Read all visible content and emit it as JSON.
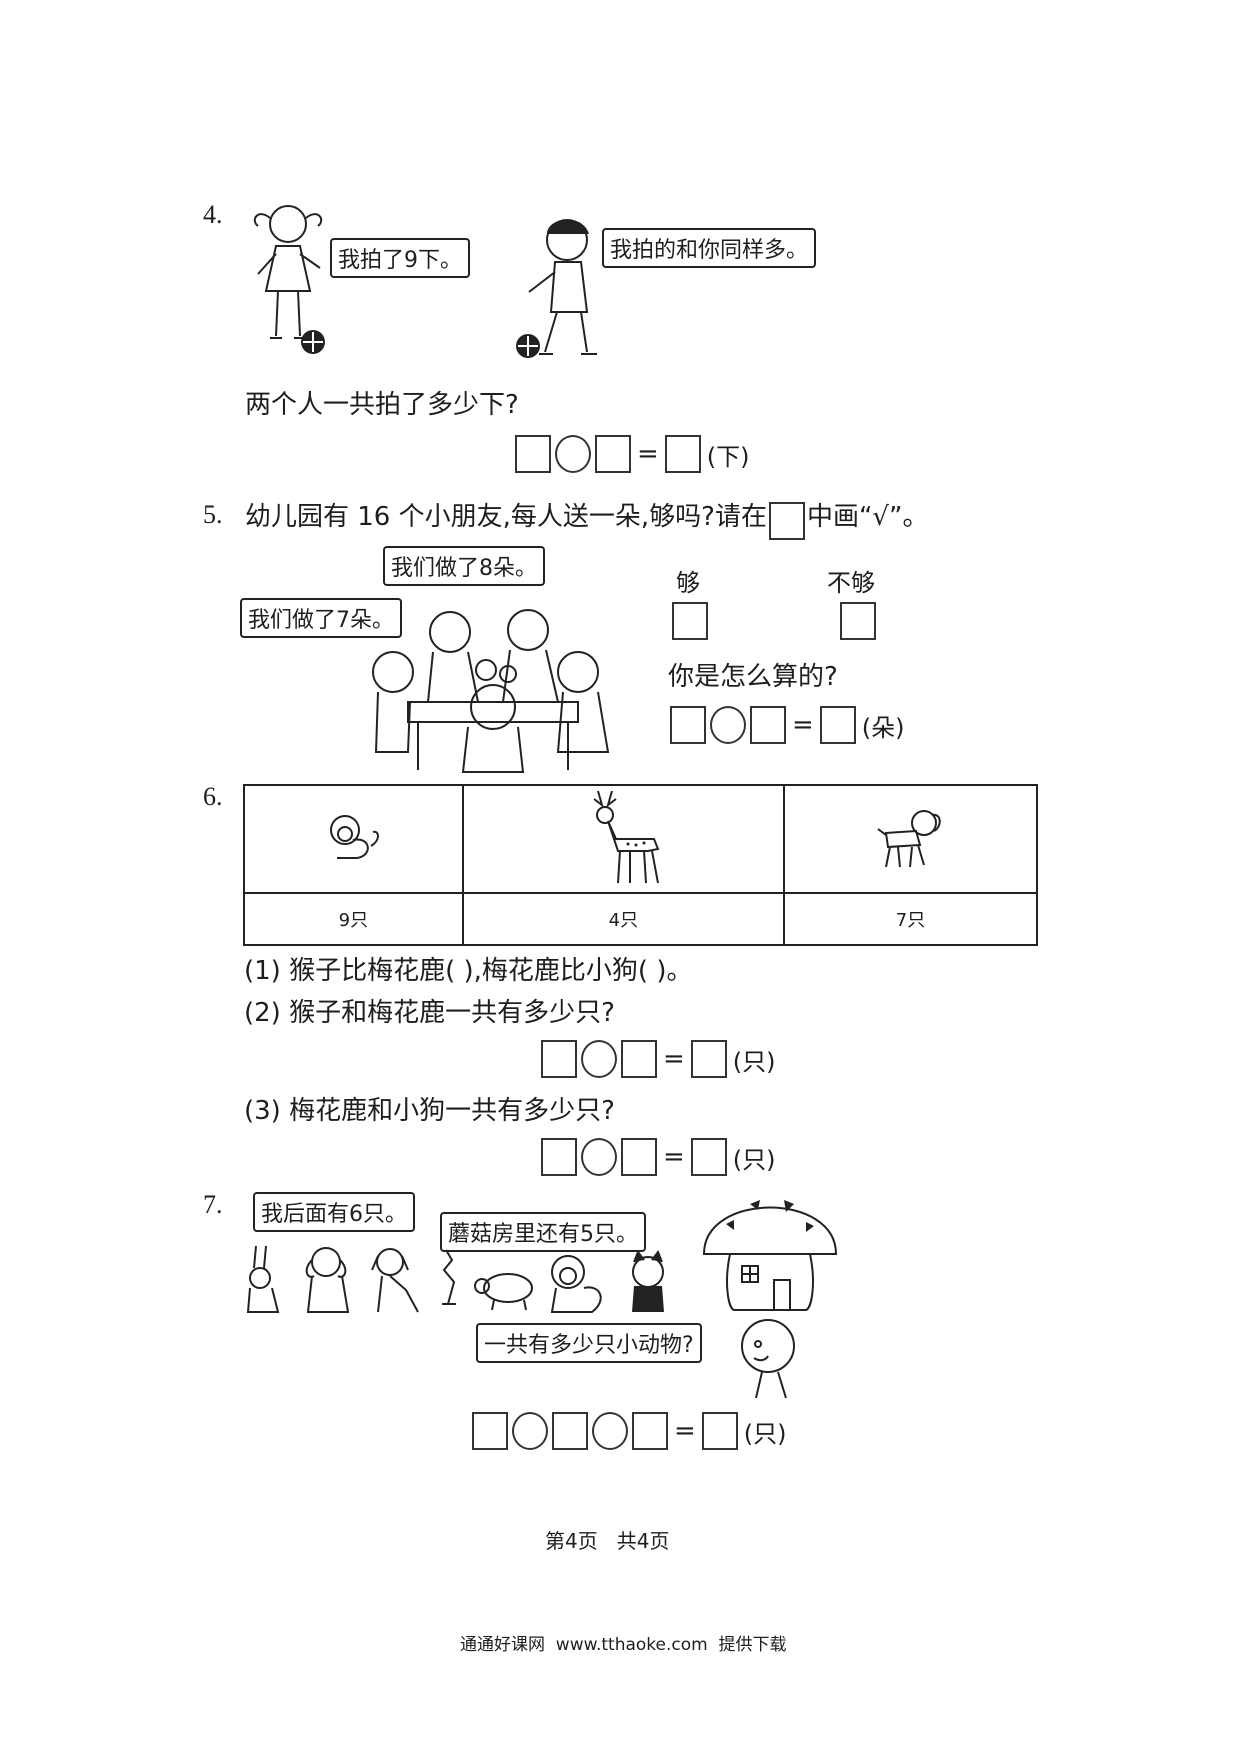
{
  "q4": {
    "number": "4.",
    "girl_speech": "我拍了9下。",
    "boy_speech": "我拍的和你同样多。",
    "question": "两个人一共拍了多少下?",
    "unit": "(下)"
  },
  "q5": {
    "number": "5.",
    "question_before_box": "幼儿园有 16 个小朋友,每人送一朵,够吗?请在",
    "question_after_box": "中画“√”。",
    "speech_8": "我们做了8朵。",
    "speech_7": "我们做了7朵。",
    "opt_enough": "够",
    "opt_not_enough": "不够",
    "how_question": "你是怎么算的?",
    "unit": "(朵)"
  },
  "q6": {
    "number": "6.",
    "counts": [
      "9只",
      "4只",
      "7只"
    ],
    "sub1": "(1) 猴子比梅花鹿(      ),梅花鹿比小狗(      )。",
    "sub2": "(2) 猴子和梅花鹿一共有多少只?",
    "sub3": "(3) 梅花鹿和小狗一共有多少只?",
    "unit": "(只)"
  },
  "q7": {
    "number": "7.",
    "speech_behind": "我后面有6只。",
    "speech_house": "蘑菇房里还有5只。",
    "speech_question": "一共有多少只小动物?",
    "unit": "(只)"
  },
  "equals": "=",
  "page_footer": "第4页   共4页",
  "site_footer": "通通好课网  www.tthaoke.com  提供下载"
}
